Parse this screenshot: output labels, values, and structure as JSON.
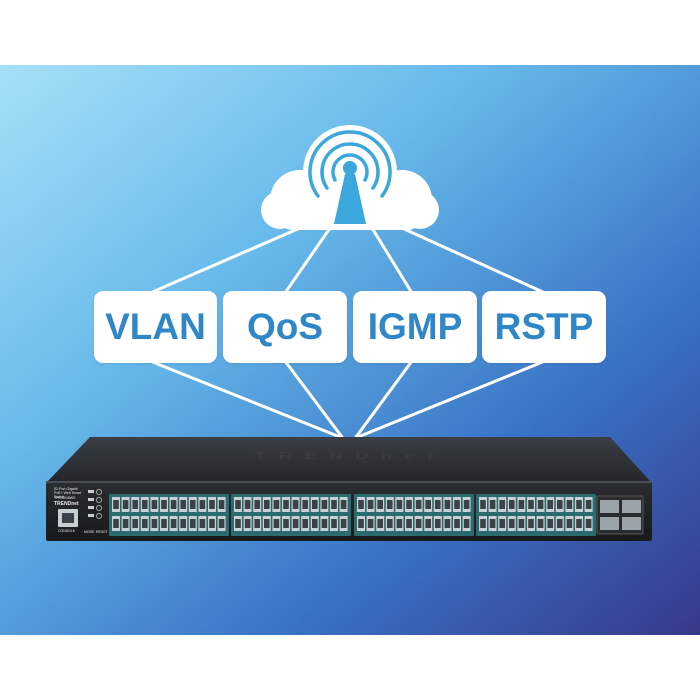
{
  "features": [
    "VLAN",
    "QoS",
    "IGMP",
    "RSTP"
  ],
  "device": {
    "top_brand": "TRENDnet",
    "front_brand": "TRENDnet",
    "model_text": "52-Port Gigabit PoE+ Web Smart Switch",
    "model_number": "TPE-5048WS",
    "console_label": "CONSOLE",
    "mode_label": "MODE",
    "reset_label": "RESET"
  },
  "colors": {
    "sky_light": "#8fd3f4",
    "sky_mid": "#3f8fd6",
    "sky_dark": "#383a86",
    "label_text": "#2f87c8",
    "switch_body": "#1f2226",
    "port_accent": "#2f6f73"
  },
  "icons": [
    "cloud-icon",
    "antenna-icon"
  ]
}
